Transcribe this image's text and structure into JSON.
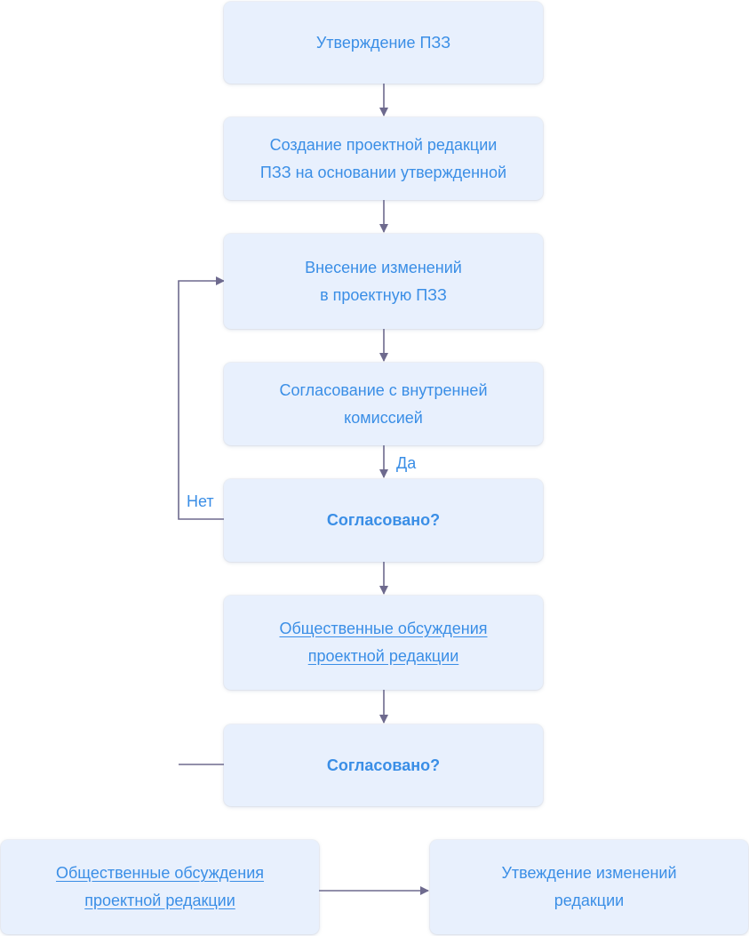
{
  "nodes": [
    {
      "id": "n1",
      "lines": [
        "Утверждение ПЗЗ"
      ]
    },
    {
      "id": "n2",
      "lines": [
        "Создание проектной редакции",
        "ПЗЗ на основании утвержденной"
      ]
    },
    {
      "id": "n3",
      "lines": [
        "Внесение изменений",
        "в проектную ПЗЗ"
      ]
    },
    {
      "id": "n4",
      "lines": [
        "Согласование с внутренней",
        "комиссией"
      ]
    },
    {
      "id": "n5",
      "lines": [
        "Согласовано?"
      ]
    },
    {
      "id": "n6",
      "lines": [
        "Общественные обсуждения ",
        "проектной редакции"
      ]
    },
    {
      "id": "n7",
      "lines": [
        "Согласовано?"
      ]
    },
    {
      "id": "n8",
      "lines": [
        "Общественные обсуждения ",
        "проектной редакции"
      ]
    },
    {
      "id": "n9",
      "lines": [
        "Утвеждение изменений",
        "редакции"
      ]
    }
  ],
  "labels": {
    "yes": "Да",
    "no": "Нет"
  },
  "colors": {
    "box_fill": "#e8f0fd",
    "text": "#3a8ee6",
    "connector": "#6e6a8e"
  }
}
